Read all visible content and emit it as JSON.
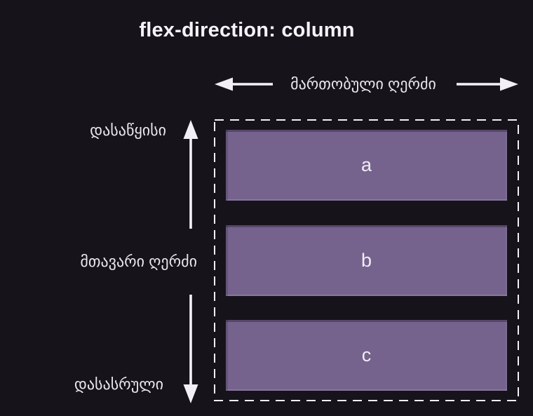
{
  "title": "flex-direction: column",
  "cross_axis": {
    "label": "მართობული ღერძი"
  },
  "main_axis": {
    "start_label": "დასაწყისი",
    "axis_label": "მთავარი ღერძი",
    "end_label": "დასასრული"
  },
  "flex_container": {
    "items": [
      {
        "label": "a"
      },
      {
        "label": "b"
      },
      {
        "label": "c"
      }
    ]
  },
  "icons": {
    "cross_axis_left": "arrow-left",
    "cross_axis_right": "arrow-right",
    "main_axis_up": "arrow-up",
    "main_axis_down": "arrow-down"
  },
  "colors": {
    "background": "#16131B",
    "item_fill": "#75638D",
    "container_border": "#F2F0F6",
    "text": "#F0ECF5"
  }
}
